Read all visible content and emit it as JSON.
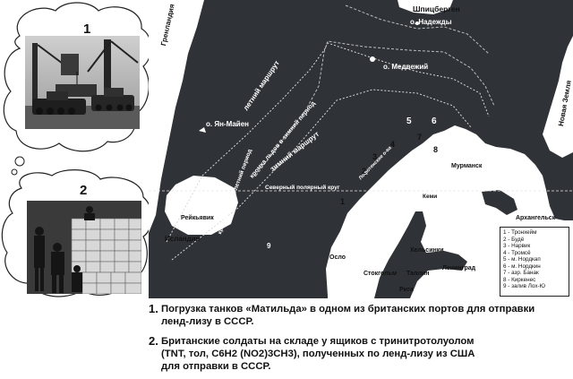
{
  "photos": [
    {
      "number": "1",
      "subject": "tank-loading"
    },
    {
      "number": "2",
      "subject": "warehouse-boxes"
    }
  ],
  "map": {
    "labels": {
      "spitsbergen": "Шпицберген",
      "nadezhdy": "о. Надежды",
      "medvezhiy": "о. Медвежий",
      "yan_mayen": "о. Ян-Майен",
      "greenland": "Гренландия",
      "novaya_zemlya": "Новая Земля",
      "summer_route": "летний маршрут",
      "winter_route": "зимний маршрут",
      "ice_edge_winter": "кромка льдов в зимний период",
      "ice_edge_summer": "кромка льдов в летний период",
      "arctic_circle": "Северный полярный круг",
      "iceland": "Исландия",
      "reykjavik": "Рейкьявик",
      "murmansk": "Мурманск",
      "arkhangelsk": "Архангельск",
      "kemi": "Кеми",
      "helsinki": "Хельсинки",
      "tallinn": "Таллин",
      "leningrad": "Ленинград",
      "riga": "Рига",
      "oslo": "Осло",
      "stockholm": "Стокгольм",
      "lofoten": "Лофотенские о-ва",
      "n1": "1",
      "n2": "2",
      "n3": "3",
      "n4": "4",
      "n5": "5",
      "n6": "6",
      "n7": "7",
      "n8": "8",
      "n9": "9"
    },
    "legend": [
      "1 - Тронхейм",
      "2 - Будё",
      "3 - Нарвик",
      "4 - Тромсё",
      "5 - м. Нордкап",
      "6 - м. Нордкин",
      "7 - азр. Банак",
      "8 - Киркенес",
      "9 - залив Лох-Ю"
    ],
    "colors": {
      "sea": "#2f3337",
      "land": "#ffffff",
      "route": "#d9d9d9"
    }
  },
  "captions": [
    {
      "number": "1.",
      "text_lines": [
        "Погрузка танков «Матильда» в одном из британских портов для отправки",
        "ленд-лизу в СССР."
      ]
    },
    {
      "number": "2.",
      "text_lines": [
        "Британские солдаты на складе у ящиков с тринитротолуолом",
        "(TNT, тол, C6H2 (NO2)3CH3), полученных по ленд-лизу из США",
        "для отправки  в СССР."
      ]
    }
  ]
}
